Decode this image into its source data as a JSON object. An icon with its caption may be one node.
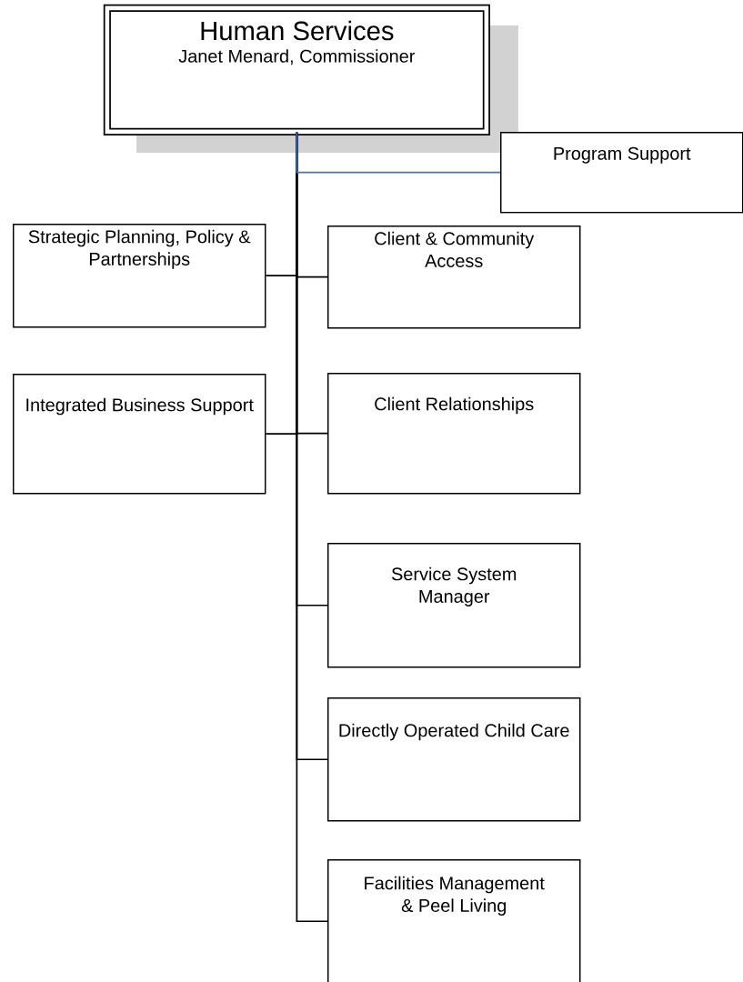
{
  "diagram": {
    "nodes": [
      {
        "text": [
          "Human Services",
          "Janet Menard, Commissioner"
        ]
      },
      {
        "text": [
          "Program Support"
        ]
      },
      {
        "text": [
          "Strategic Planning, Policy & Partnerships"
        ]
      },
      {
        "text": [
          "Client & Community Access"
        ]
      },
      {
        "text": [
          "Integrated Business Support"
        ]
      },
      {
        "text": [
          "Client Relationships"
        ]
      },
      {
        "text": [
          "Service System Manager"
        ]
      },
      {
        "text": [
          "Directly Operated Child Care"
        ]
      },
      {
        "text": [
          "Facilities Management & Peel Living"
        ]
      }
    ],
    "edges": [
      {
        "from": 0,
        "to": 2,
        "arrow": "none"
      },
      {
        "from": 0,
        "to": 3,
        "arrow": "none"
      },
      {
        "from": 0,
        "to": 4,
        "arrow": "none"
      },
      {
        "from": 0,
        "to": 5,
        "arrow": "none"
      },
      {
        "from": 0,
        "to": 6,
        "arrow": "none"
      },
      {
        "from": 0,
        "to": 7,
        "arrow": "none"
      },
      {
        "from": 0,
        "to": 8,
        "arrow": "none"
      },
      {
        "from": 0,
        "to": 1,
        "arrow": "none",
        "color": "#4472c4"
      }
    ]
  }
}
